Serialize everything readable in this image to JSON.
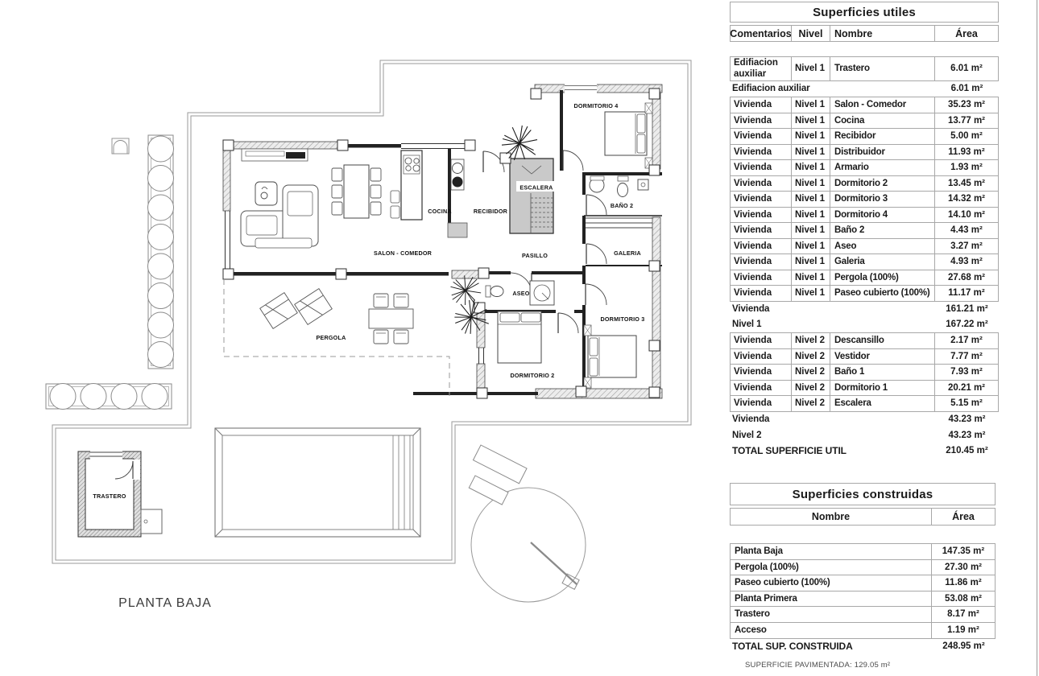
{
  "plan": {
    "title": "PLANTA BAJA",
    "rooms": {
      "salon_comedor": "SALON - COMEDOR",
      "cocina": "COCINA",
      "recibidor": "RECIBIDOR",
      "escalera": "ESCALERA",
      "pasillo": "PASILLO",
      "dormitorio_4": "DORMITORIO 4",
      "bano_2": "BAÑO 2",
      "galeria": "GALERIA",
      "aseo": "ASEO",
      "dormitorio_3": "DORMITORIO 3",
      "dormitorio_2": "DORMITORIO 2",
      "pergola": "PERGOLA",
      "trastero": "TRASTERO"
    }
  },
  "surfaces_utiles": {
    "title": "Superficies utiles",
    "columns": [
      "Comentarios",
      "Nivel",
      "Nombre",
      "Área"
    ],
    "sections": [
      {
        "type": "rows",
        "rows": [
          {
            "comentarios": "Edifiacion auxiliar",
            "nivel": "Nivel 1",
            "nombre": "Trastero",
            "area": "6.01 m²"
          }
        ]
      },
      {
        "type": "summary",
        "label": "Edifiacion auxiliar",
        "area": "6.01 m²"
      },
      {
        "type": "rows",
        "rows": [
          {
            "comentarios": "Vivienda",
            "nivel": "Nivel 1",
            "nombre": "Salon - Comedor",
            "area": "35.23 m²"
          },
          {
            "comentarios": "Vivienda",
            "nivel": "Nivel 1",
            "nombre": "Cocina",
            "area": "13.77 m²"
          },
          {
            "comentarios": "Vivienda",
            "nivel": "Nivel 1",
            "nombre": "Recibidor",
            "area": "5.00 m²"
          },
          {
            "comentarios": "Vivienda",
            "nivel": "Nivel 1",
            "nombre": "Distribuidor",
            "area": "11.93 m²"
          },
          {
            "comentarios": "Vivienda",
            "nivel": "Nivel 1",
            "nombre": "Armario",
            "area": "1.93 m²"
          },
          {
            "comentarios": "Vivienda",
            "nivel": "Nivel 1",
            "nombre": "Dormitorio 2",
            "area": "13.45 m²"
          },
          {
            "comentarios": "Vivienda",
            "nivel": "Nivel 1",
            "nombre": "Dormitorio 3",
            "area": "14.32 m²"
          },
          {
            "comentarios": "Vivienda",
            "nivel": "Nivel 1",
            "nombre": "Dormitorio 4",
            "area": "14.10 m²"
          },
          {
            "comentarios": "Vivienda",
            "nivel": "Nivel 1",
            "nombre": "Baño 2",
            "area": "4.43 m²"
          },
          {
            "comentarios": "Vivienda",
            "nivel": "Nivel 1",
            "nombre": "Aseo",
            "area": "3.27 m²"
          },
          {
            "comentarios": "Vivienda",
            "nivel": "Nivel 1",
            "nombre": "Galeria",
            "area": "4.93 m²"
          },
          {
            "comentarios": "Vivienda",
            "nivel": "Nivel 1",
            "nombre": "Pergola (100%)",
            "area": "27.68 m²"
          },
          {
            "comentarios": "Vivienda",
            "nivel": "Nivel 1",
            "nombre": "Paseo cubierto (100%)",
            "area": "11.17 m²"
          }
        ]
      },
      {
        "type": "summary",
        "label": "Vivienda",
        "area": "161.21 m²"
      },
      {
        "type": "summary",
        "label": "Nivel 1",
        "area": "167.22 m²"
      },
      {
        "type": "rows",
        "rows": [
          {
            "comentarios": "Vivienda",
            "nivel": "Nivel 2",
            "nombre": "Descansillo",
            "area": "2.17 m²"
          },
          {
            "comentarios": "Vivienda",
            "nivel": "Nivel 2",
            "nombre": "Vestidor",
            "area": "7.77 m²"
          },
          {
            "comentarios": "Vivienda",
            "nivel": "Nivel 2",
            "nombre": "Baño 1",
            "area": "7.93 m²"
          },
          {
            "comentarios": "Vivienda",
            "nivel": "Nivel 2",
            "nombre": "Dormitorio 1",
            "area": "20.21 m²"
          },
          {
            "comentarios": "Vivienda",
            "nivel": "Nivel 2",
            "nombre": "Escalera",
            "area": "5.15 m²"
          }
        ]
      },
      {
        "type": "summary",
        "label": "Vivienda",
        "area": "43.23 m²"
      },
      {
        "type": "summary",
        "label": "Nivel 2",
        "area": "43.23 m²"
      },
      {
        "type": "summary",
        "label": "TOTAL SUPERFICIE UTIL",
        "area": "210.45 m²"
      }
    ]
  },
  "surfaces_construidas": {
    "title": "Superficies construidas",
    "columns": [
      "Nombre",
      "Área"
    ],
    "rows": [
      {
        "nombre": "Planta Baja",
        "area": "147.35 m²"
      },
      {
        "nombre": "Pergola (100%)",
        "area": "27.30 m²"
      },
      {
        "nombre": "Paseo cubierto (100%)",
        "area": "11.86 m²"
      },
      {
        "nombre": "Planta Primera",
        "area": "53.08 m²"
      },
      {
        "nombre": "Trastero",
        "area": "8.17 m²"
      },
      {
        "nombre": "Acceso",
        "area": "1.19 m²"
      }
    ],
    "total": {
      "label": "TOTAL SUP. CONSTRUIDA",
      "area": "248.95 m²"
    }
  },
  "footer": {
    "pavimentada_note": "SUPERFICIE PAVIMENTADA: 129.05 m²"
  },
  "colors": {
    "wall_dark": "#222222",
    "boundary": "#9a9a9a",
    "table_border": "#a8a8a8",
    "stair_fill": "#c9c9c9"
  }
}
